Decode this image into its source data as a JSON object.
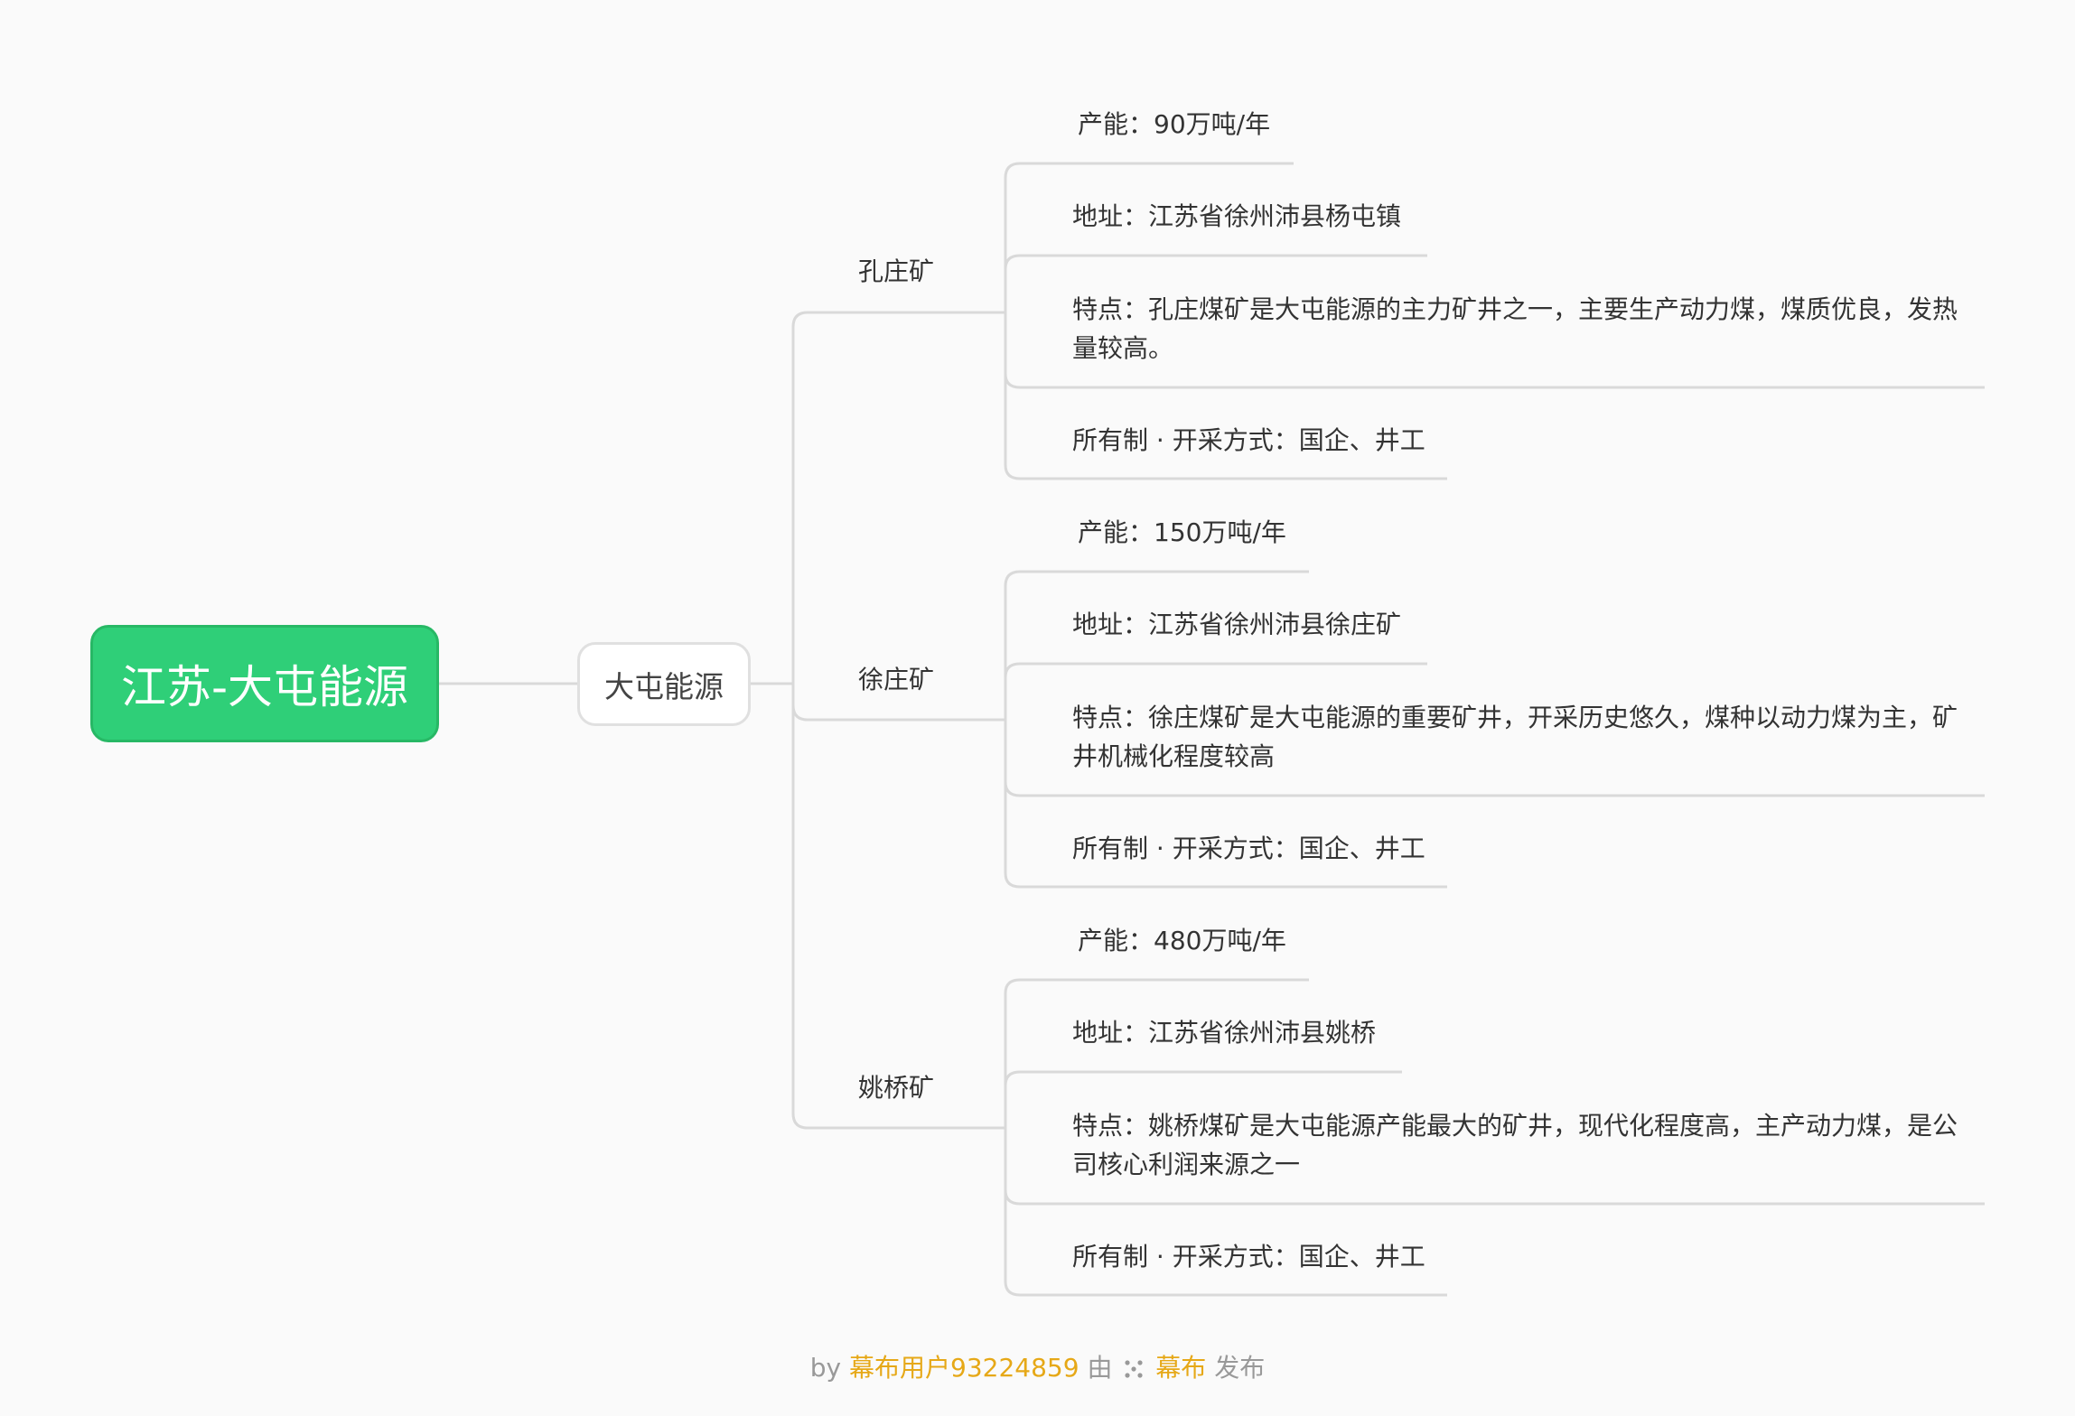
{
  "root": {
    "label": "江苏-大屯能源"
  },
  "company": {
    "label": "大屯能源"
  },
  "mines": [
    {
      "name": "孔庄矿",
      "capacity": "产能：90万吨/年",
      "address": "地址：江苏省徐州沛县杨屯镇",
      "feature": "特点：孔庄煤矿是大屯能源的主力矿井之一，主要生产动力煤，煤质优良，发热量较高。",
      "ownership": "所有制 · 开采方式：国企、井工"
    },
    {
      "name": "徐庄矿",
      "capacity": "产能：150万吨/年",
      "address": "地址：江苏省徐州沛县徐庄矿",
      "feature": "特点：徐庄煤矿是大屯能源的重要矿井，开采历史悠久，煤种以动力煤为主，矿井机械化程度较高",
      "ownership": "所有制 · 开采方式：国企、井工"
    },
    {
      "name": "姚桥矿",
      "capacity": "产能：480万吨/年",
      "address": "地址：江苏省徐州沛县姚桥",
      "feature": "特点：姚桥煤矿是大屯能源产能最大的矿井，现代化程度高，主产动力煤，是公司核心利润来源之一",
      "ownership": "所有制 · 开采方式：国企、井工"
    }
  ],
  "footer": {
    "by": "by",
    "user": "幕布用户93224859",
    "via": "由",
    "brand": "幕布",
    "publish": "发布"
  }
}
